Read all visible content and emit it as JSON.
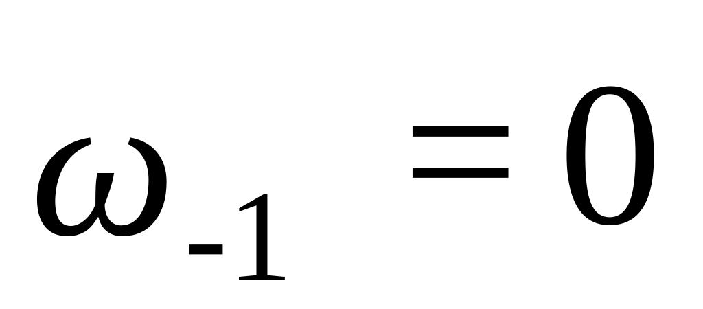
{
  "equation": {
    "variable": "ω",
    "subscript": "-1",
    "operator": "=",
    "value": "0"
  }
}
